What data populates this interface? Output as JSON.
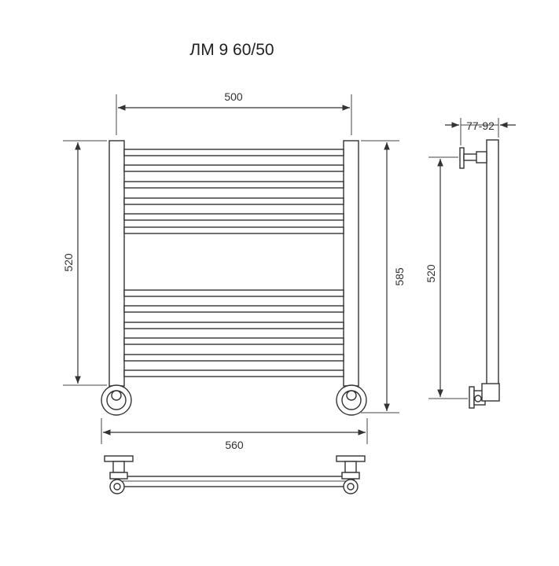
{
  "title": "ЛМ 9 60/50",
  "dimensions": {
    "top_width": "500",
    "left_height": "520",
    "right_height": "585",
    "bottom_width": "560",
    "side_depth": "77-92",
    "side_height": "520"
  }
}
